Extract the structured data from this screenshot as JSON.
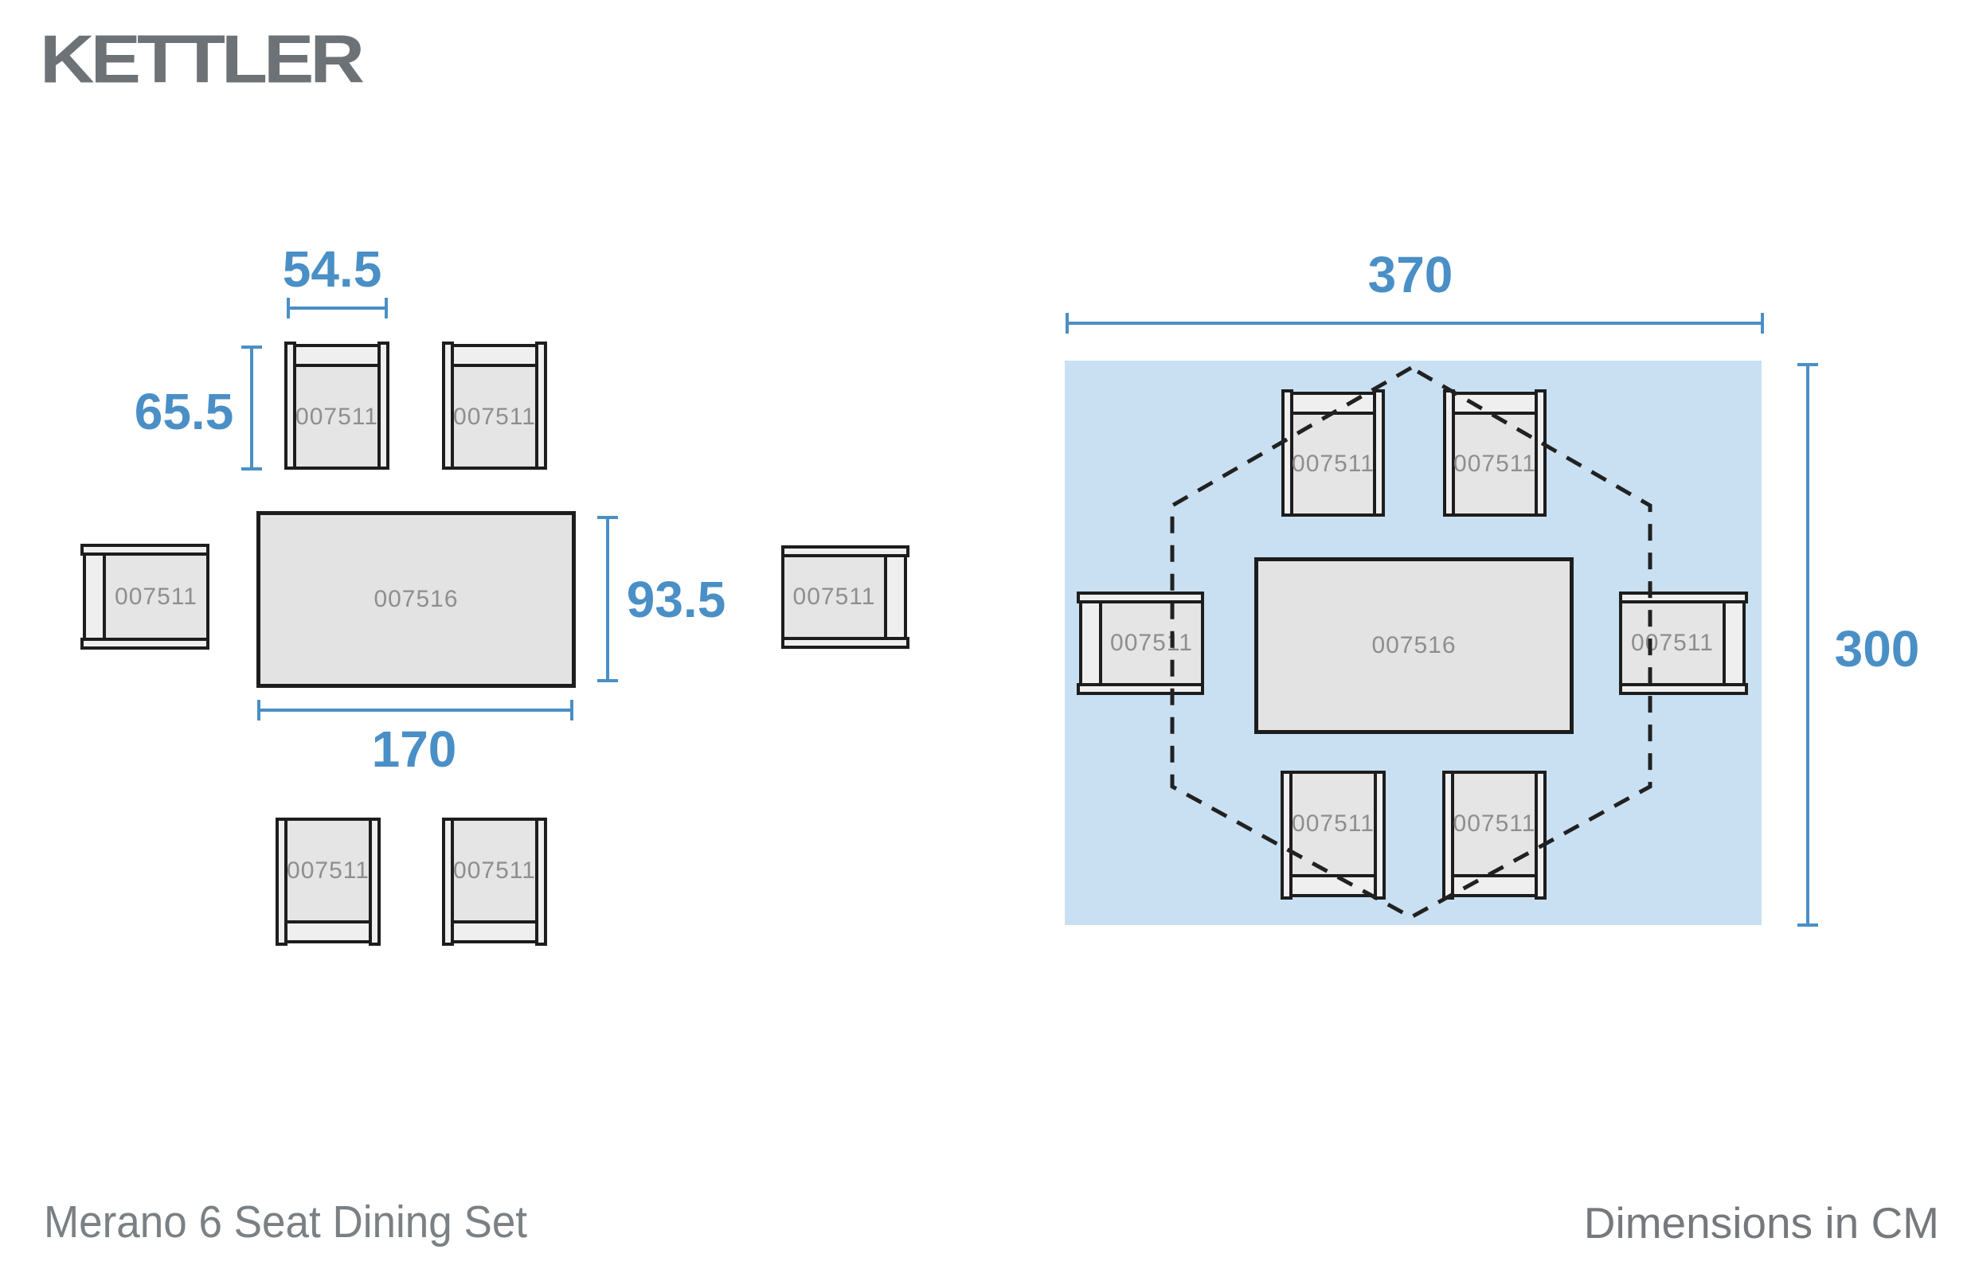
{
  "brand": {
    "logo": "KETTLER"
  },
  "codes": {
    "chair": "007511",
    "table": "007516"
  },
  "left_diagram": {
    "chair_width_cm": "54.5",
    "chair_depth_cm": "65.5",
    "table_depth_cm": "93.5",
    "table_length_cm": "170"
  },
  "right_diagram": {
    "clearance_width_cm": "370",
    "clearance_depth_cm": "300"
  },
  "footer": {
    "product_name": "Merano 6 Seat Dining Set",
    "units_label": "Dimensions in CM"
  },
  "colors": {
    "dimension_blue": "#4a8fc6",
    "clearance_area_blue": "#c9e0f2",
    "outline_black": "#1d1d1d",
    "furniture_fill": "#e5e5e5",
    "code_gray": "#8e8e8e",
    "logo_gray": "#6d7277"
  }
}
